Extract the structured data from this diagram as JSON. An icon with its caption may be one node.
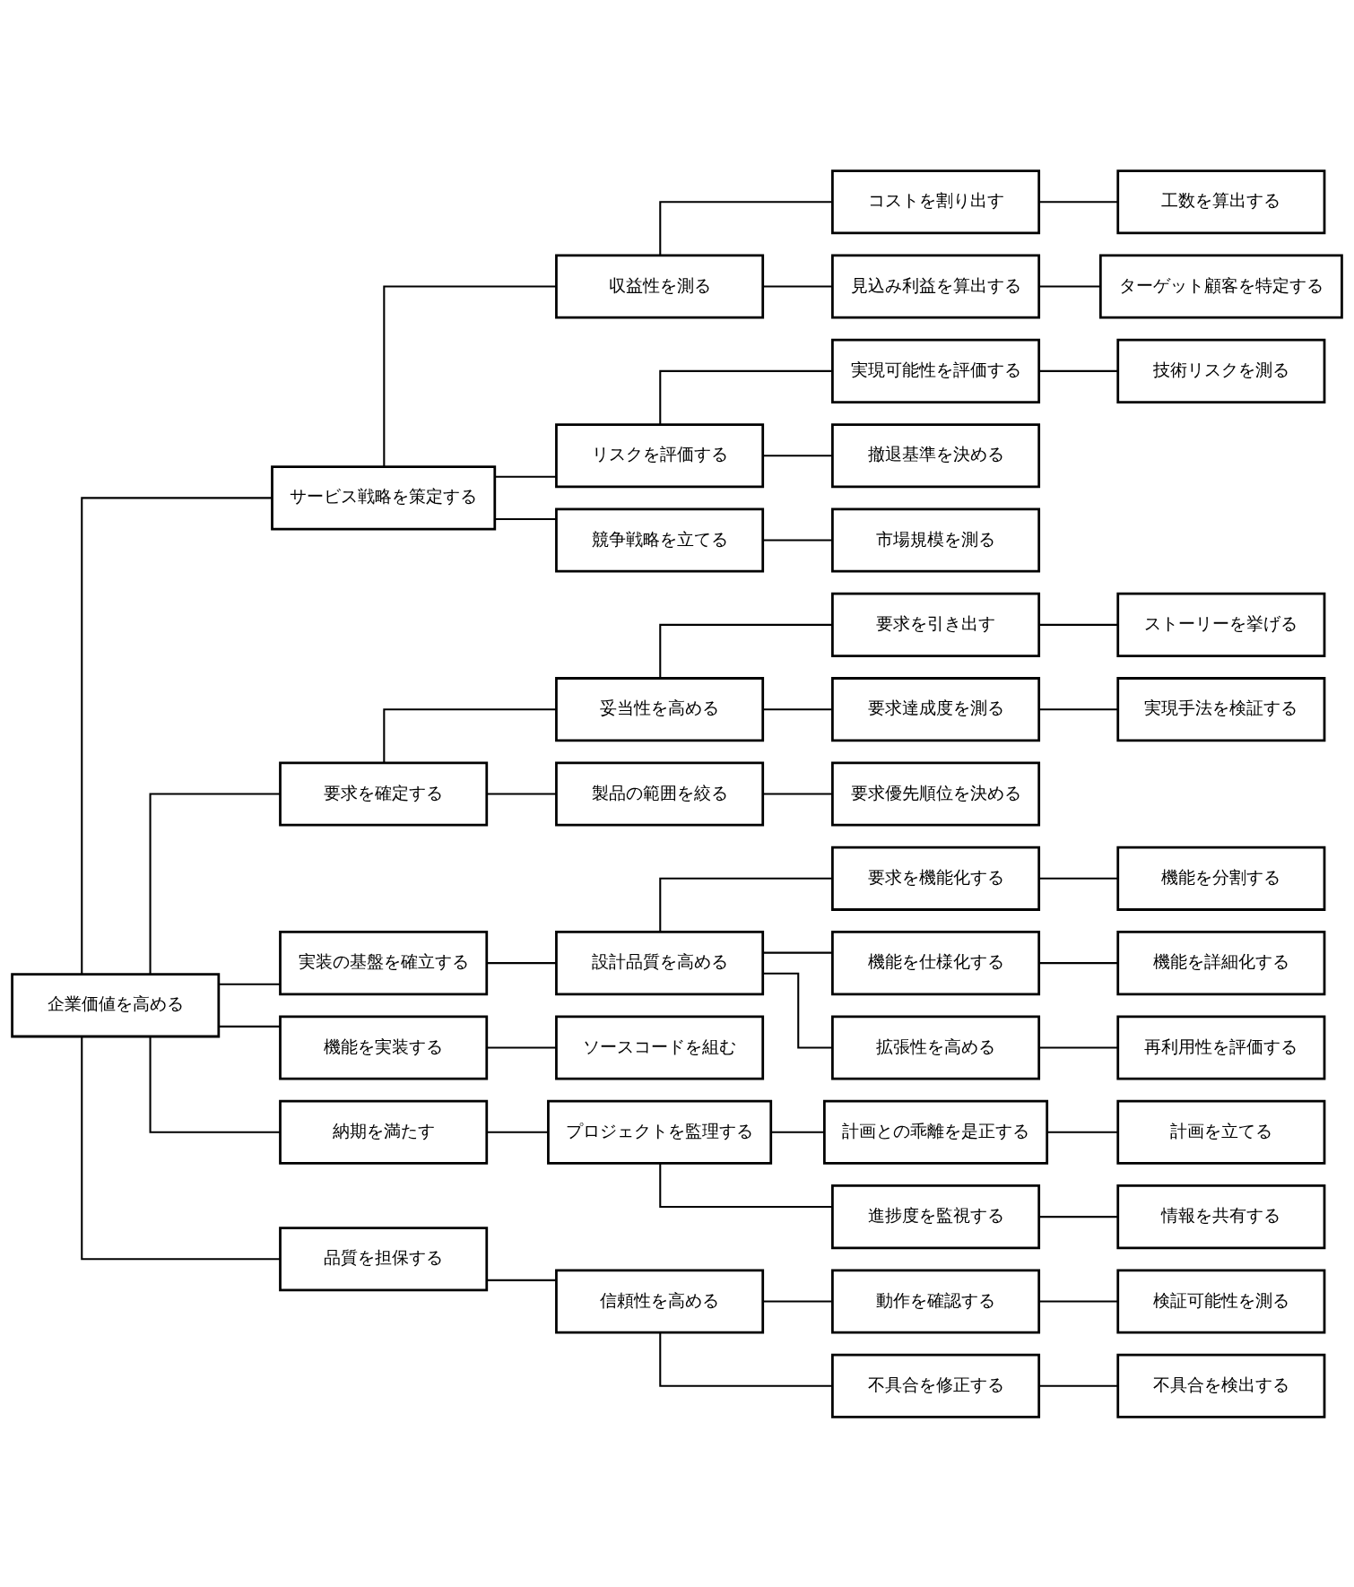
{
  "diagram": {
    "nodes": [
      {
        "text": [
          "企業価値を高める"
        ]
      },
      {
        "text": [
          "サービス戦略を策定する"
        ]
      },
      {
        "text": [
          "収益性を測る"
        ]
      },
      {
        "text": [
          "コストを割り出す"
        ]
      },
      {
        "text": [
          "工数を算出する"
        ]
      },
      {
        "text": [
          "見込み利益を算出する"
        ]
      },
      {
        "text": [
          "ターゲット顧客を特定する"
        ]
      },
      {
        "text": [
          "リスクを評価する"
        ]
      },
      {
        "text": [
          "実現可能性を評価する"
        ]
      },
      {
        "text": [
          "技術リスクを測る"
        ]
      },
      {
        "text": [
          "撤退基準を決める"
        ]
      },
      {
        "text": [
          "競争戦略を立てる"
        ]
      },
      {
        "text": [
          "市場規模を測る"
        ]
      },
      {
        "text": [
          "要求を確定する"
        ]
      },
      {
        "text": [
          "妥当性を高める"
        ]
      },
      {
        "text": [
          "要求を引き出す"
        ]
      },
      {
        "text": [
          "ストーリーを挙げる"
        ]
      },
      {
        "text": [
          "要求達成度を測る"
        ]
      },
      {
        "text": [
          "実現手法を検証する"
        ]
      },
      {
        "text": [
          "製品の範囲を絞る"
        ]
      },
      {
        "text": [
          "要求優先順位を決める"
        ]
      },
      {
        "text": [
          "実装の基盤を確立する"
        ]
      },
      {
        "text": [
          "設計品質を高める"
        ]
      },
      {
        "text": [
          "要求を機能化する"
        ]
      },
      {
        "text": [
          "機能を分割する"
        ]
      },
      {
        "text": [
          "機能を仕様化する"
        ]
      },
      {
        "text": [
          "機能を詳細化する"
        ]
      },
      {
        "text": [
          "拡張性を高める"
        ]
      },
      {
        "text": [
          "再利用性を評価する"
        ]
      },
      {
        "text": [
          "機能を実装する"
        ]
      },
      {
        "text": [
          "ソースコードを組む"
        ]
      },
      {
        "text": [
          "納期を満たす"
        ]
      },
      {
        "text": [
          "プロジェクトを監理する"
        ]
      },
      {
        "text": [
          "計画との乖離を是正する"
        ]
      },
      {
        "text": [
          "計画を立てる"
        ]
      },
      {
        "text": [
          "進捗度を監視する"
        ]
      },
      {
        "text": [
          "情報を共有する"
        ]
      },
      {
        "text": [
          "品質を担保する"
        ]
      },
      {
        "text": [
          "信頼性を高める"
        ]
      },
      {
        "text": [
          "動作を確認する"
        ]
      },
      {
        "text": [
          "検証可能性を測る"
        ]
      },
      {
        "text": [
          "不具合を修正する"
        ]
      },
      {
        "text": [
          "不具合を検出する"
        ]
      }
    ],
    "edges": [
      {
        "from": 0,
        "to": 1,
        "arrow": "none"
      },
      {
        "from": 1,
        "to": 2,
        "arrow": "none"
      },
      {
        "from": 2,
        "to": 3,
        "arrow": "none"
      },
      {
        "from": 3,
        "to": 4,
        "arrow": "none"
      },
      {
        "from": 2,
        "to": 5,
        "arrow": "none"
      },
      {
        "from": 5,
        "to": 6,
        "arrow": "none"
      },
      {
        "from": 1,
        "to": 7,
        "arrow": "none"
      },
      {
        "from": 7,
        "to": 8,
        "arrow": "none"
      },
      {
        "from": 8,
        "to": 9,
        "arrow": "none"
      },
      {
        "from": 7,
        "to": 10,
        "arrow": "none"
      },
      {
        "from": 1,
        "to": 11,
        "arrow": "none"
      },
      {
        "from": 11,
        "to": 12,
        "arrow": "none"
      },
      {
        "from": 0,
        "to": 13,
        "arrow": "none"
      },
      {
        "from": 13,
        "to": 14,
        "arrow": "none"
      },
      {
        "from": 14,
        "to": 15,
        "arrow": "none"
      },
      {
        "from": 15,
        "to": 16,
        "arrow": "none"
      },
      {
        "from": 14,
        "to": 17,
        "arrow": "none"
      },
      {
        "from": 17,
        "to": 18,
        "arrow": "none"
      },
      {
        "from": 13,
        "to": 19,
        "arrow": "none"
      },
      {
        "from": 19,
        "to": 20,
        "arrow": "none"
      },
      {
        "from": 0,
        "to": 21,
        "arrow": "none"
      },
      {
        "from": 21,
        "to": 22,
        "arrow": "none"
      },
      {
        "from": 22,
        "to": 23,
        "arrow": "none"
      },
      {
        "from": 23,
        "to": 24,
        "arrow": "none"
      },
      {
        "from": 22,
        "to": 25,
        "arrow": "none"
      },
      {
        "from": 25,
        "to": 26,
        "arrow": "none"
      },
      {
        "from": 22,
        "to": 27,
        "arrow": "none"
      },
      {
        "from": 27,
        "to": 28,
        "arrow": "none"
      },
      {
        "from": 0,
        "to": 29,
        "arrow": "none"
      },
      {
        "from": 29,
        "to": 30,
        "arrow": "none"
      },
      {
        "from": 0,
        "to": 31,
        "arrow": "none"
      },
      {
        "from": 31,
        "to": 32,
        "arrow": "none"
      },
      {
        "from": 32,
        "to": 33,
        "arrow": "none"
      },
      {
        "from": 33,
        "to": 34,
        "arrow": "none"
      },
      {
        "from": 32,
        "to": 35,
        "arrow": "none"
      },
      {
        "from": 35,
        "to": 36,
        "arrow": "none"
      },
      {
        "from": 0,
        "to": 37,
        "arrow": "none"
      },
      {
        "from": 37,
        "to": 38,
        "arrow": "none"
      },
      {
        "from": 38,
        "to": 39,
        "arrow": "none"
      },
      {
        "from": 39,
        "to": 40,
        "arrow": "none"
      },
      {
        "from": 38,
        "to": 41,
        "arrow": "none"
      },
      {
        "from": 41,
        "to": 42,
        "arrow": "none"
      }
    ]
  }
}
